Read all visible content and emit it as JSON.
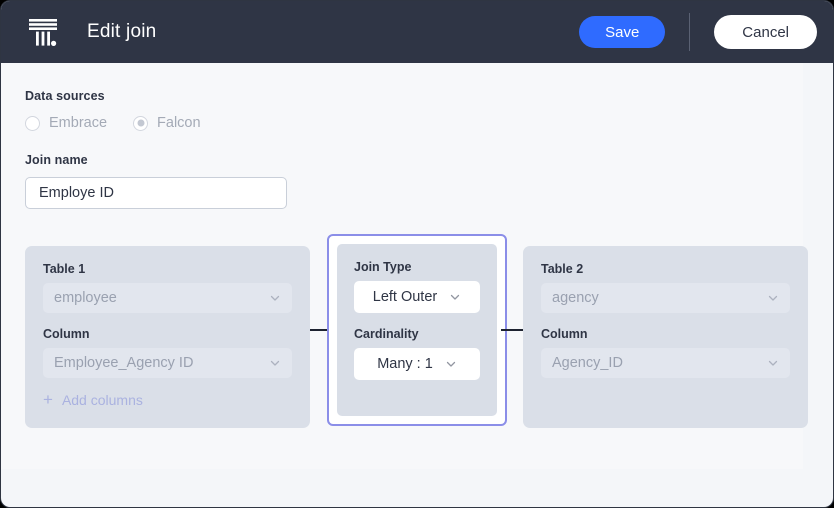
{
  "header": {
    "logo_icon": "thoughtspot-pillar-logo",
    "title": "Edit join",
    "save_label": "Save",
    "cancel_label": "Cancel",
    "save_color": "#2f6bff",
    "background_color": "#2f3545"
  },
  "data_sources": {
    "label": "Data sources",
    "options": [
      {
        "label": "Embrace",
        "selected": false
      },
      {
        "label": "Falcon",
        "selected": true
      }
    ]
  },
  "join_name": {
    "label": "Join name",
    "value": "Employe ID",
    "placeholder": "Join name"
  },
  "diagram": {
    "table_one": {
      "table_label": "Table 1",
      "table_value": "employee",
      "column_label": "Column",
      "column_value": "Employee_Agency ID",
      "add_columns_label": "Add columns",
      "add_columns_icon": "plus-icon",
      "chevron_icon": "chevron-down-icon"
    },
    "join": {
      "join_type_label": "Join Type",
      "join_type_value": "Left Outer",
      "cardinality_label": "Cardinality",
      "cardinality_value": "Many : 1",
      "chevron_icon": "chevron-down-icon",
      "focus_outline_color": "#8b8ee8"
    },
    "table_two": {
      "table_label": "Table 2",
      "table_value": "agency",
      "column_label": "Column",
      "column_value": "Agency_ID",
      "chevron_icon": "chevron-down-icon"
    },
    "connector_icon": "arrow-right-icon"
  }
}
